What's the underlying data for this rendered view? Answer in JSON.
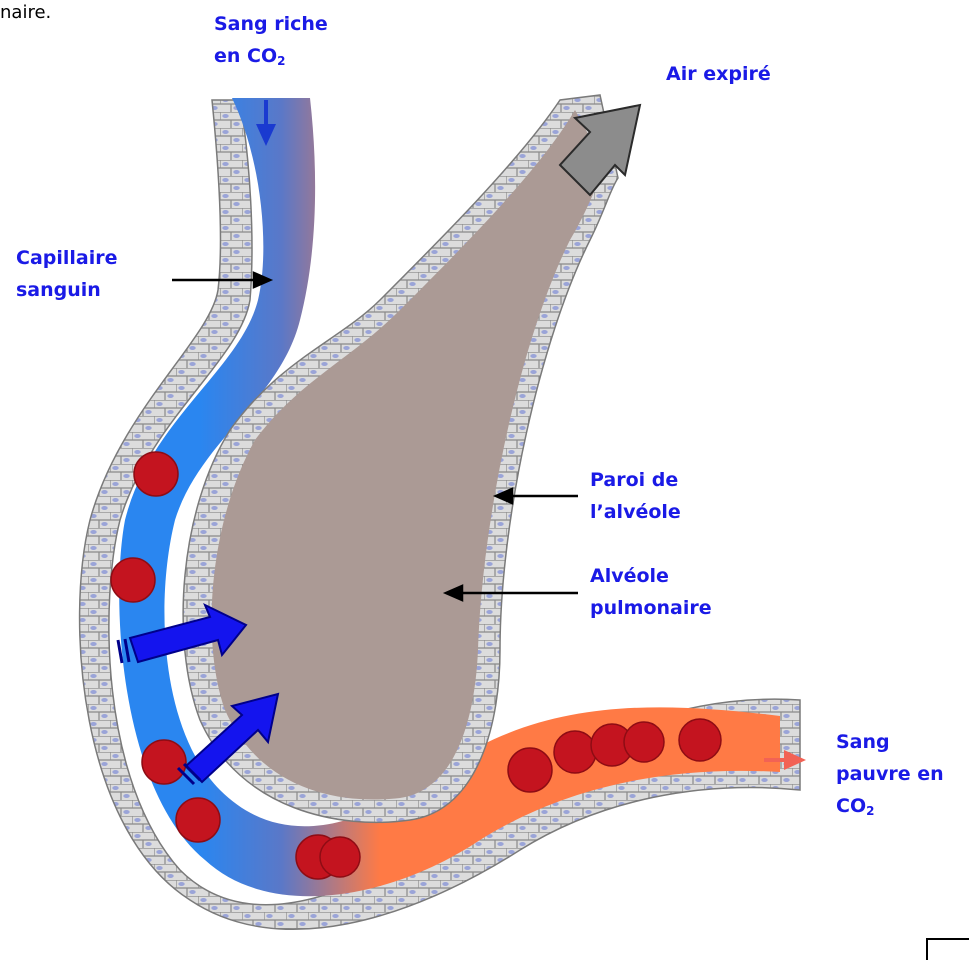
{
  "fragment": "naire.",
  "labels": {
    "sang_riche": {
      "line1": "Sang riche",
      "line2": "en CO",
      "sub": "2"
    },
    "air_expire": "Air expiré",
    "capillaire": {
      "line1": "Capillaire",
      "line2": "sanguin"
    },
    "paroi": {
      "line1": "Paroi de",
      "line2": "l’alvéole"
    },
    "alveole": {
      "line1": "Alvéole",
      "line2": "pulmonaire"
    },
    "sang_pauvre": {
      "line1": "Sang",
      "line2": "pauvre en",
      "line3": "CO",
      "sub": "2"
    }
  },
  "colors": {
    "label_text": "#1a1ae6",
    "capillary_rich": "#2a86f0",
    "capillary_poor": "#ff7a45",
    "alveolus_fill": "#ab9a95",
    "wall_cells": "#d9d9d9",
    "red_cells": "#c4141f",
    "diffusion_arrow": "#1414ee",
    "exhaled_arrow": "#8c8c8c"
  }
}
